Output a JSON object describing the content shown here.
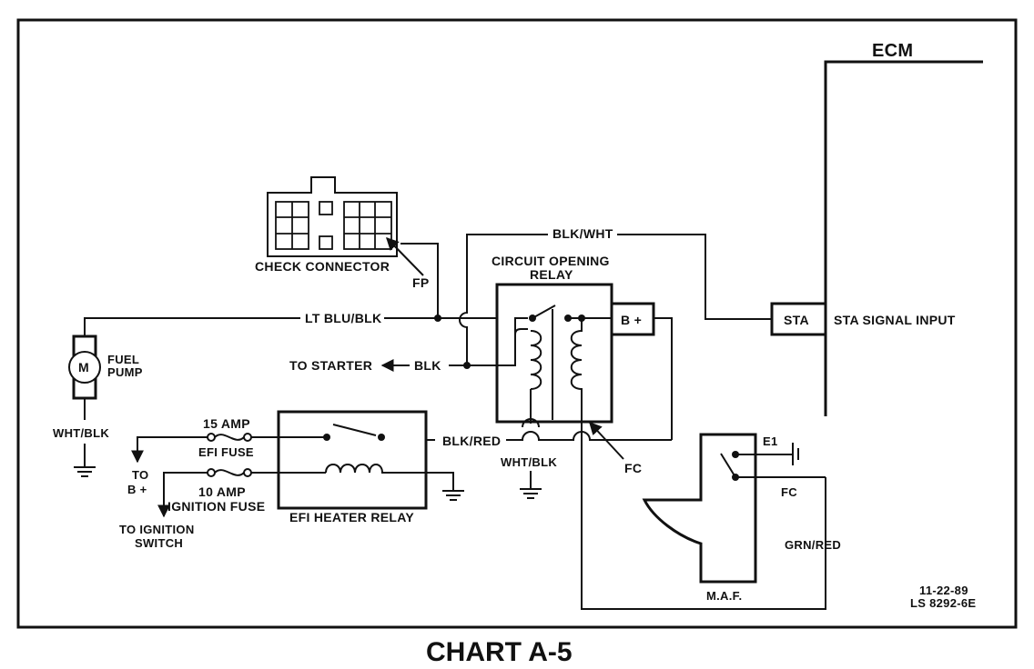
{
  "diagram": {
    "title": "CHART A-5",
    "labels": {
      "ecm": "ECM",
      "check_connector": "CHECK CONNECTOR",
      "fp": "FP",
      "blk_wht": "BLK/WHT",
      "circuit_opening_relay_1": "CIRCUIT OPENING",
      "circuit_opening_relay_2": "RELAY",
      "b_plus": "B +",
      "sta": "STA",
      "sta_signal_input": "STA SIGNAL INPUT",
      "lt_blu_blk": "LT BLU/BLK",
      "fuel_pump_1": "FUEL",
      "fuel_pump_2": "PUMP",
      "motor": "M",
      "to_starter": "TO STARTER",
      "blk": "BLK",
      "wht_blk_left": "WHT/BLK",
      "amp15": "15 AMP",
      "efi_fuse": "EFI FUSE",
      "to_b_1": "TO",
      "to_b_2": "B +",
      "amp10": "10 AMP",
      "ignition_fuse": "IGNITION FUSE",
      "to_ignition_1": "TO IGNITION",
      "to_ignition_2": "SWITCH",
      "efi_heater_relay": "EFI HEATER RELAY",
      "blk_red": "BLK/RED",
      "wht_blk_center": "WHT/BLK",
      "fc_relay": "FC",
      "e1": "E1",
      "fc_maf": "FC",
      "grn_red": "GRN/RED",
      "maf": "M.A.F.",
      "date": "11-22-89",
      "ref": "LS 8292-6E"
    }
  }
}
